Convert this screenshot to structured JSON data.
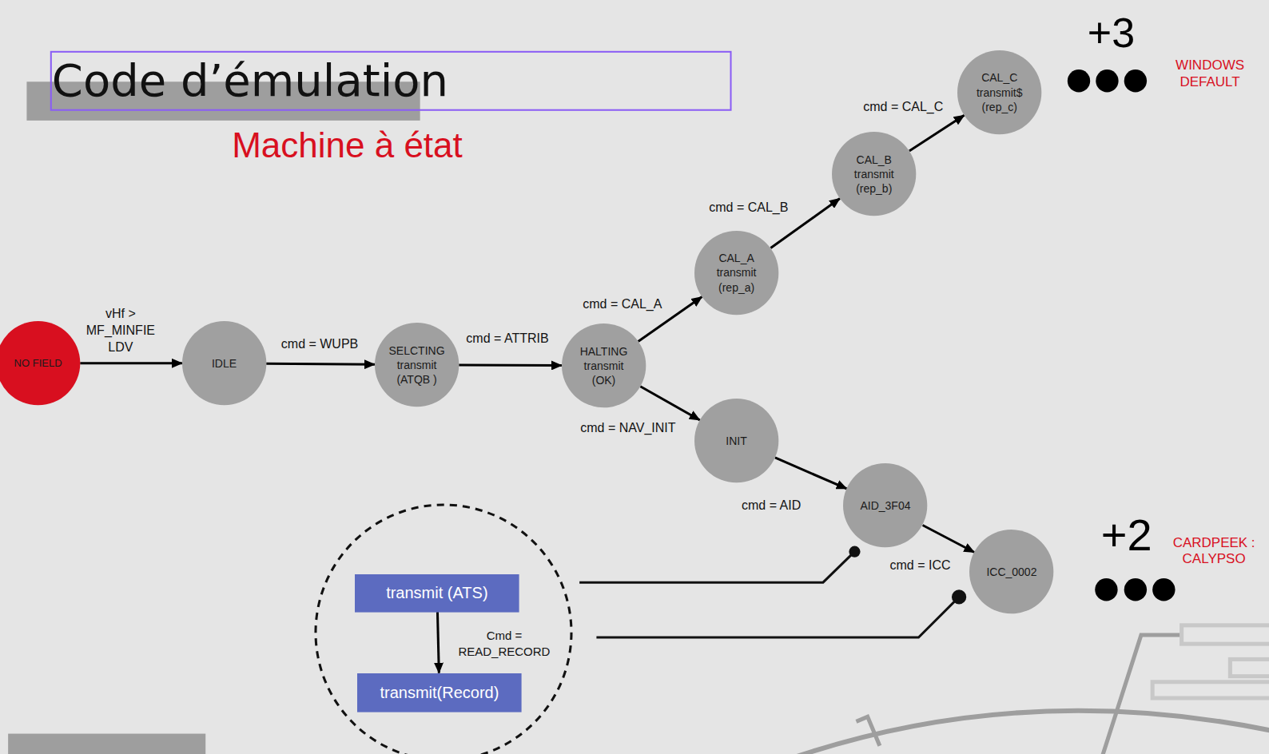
{
  "diagram": {
    "title": "Code d’émulation",
    "nodes": [
      {
        "text": [
          "NO FIELD"
        ]
      },
      {
        "text": [
          "IDLE"
        ]
      },
      {
        "text": [
          "SELCTING transmit (ATQB )"
        ]
      },
      {
        "text": [
          "HALTING transmit (OK)"
        ]
      },
      {
        "text": [
          "CAL_A transmit (rep_a)"
        ]
      },
      {
        "text": [
          "CAL_B transmit (rep_b)"
        ]
      },
      {
        "text": [
          "CAL_C transmit$ (rep_c)"
        ]
      },
      {
        "text": [
          "INIT"
        ]
      },
      {
        "text": [
          "AID_3F04"
        ]
      },
      {
        "text": [
          "ICC_0002"
        ]
      },
      {
        "text": [
          "transmit (ATS)"
        ]
      },
      {
        "text": [
          "transmit(Record)"
        ]
      }
    ],
    "edges": [
      {
        "from": 0,
        "to": 1,
        "arrow": "to",
        "label": "vHf > MF_MINFIE LDV"
      },
      {
        "from": 1,
        "to": 2,
        "arrow": "to",
        "label": "cmd = WUPB"
      },
      {
        "from": 2,
        "to": 3,
        "arrow": "to",
        "label": "cmd = ATTRIB"
      },
      {
        "from": 3,
        "to": 4,
        "arrow": "to",
        "label": "cmd = CAL_A"
      },
      {
        "from": 4,
        "to": 5,
        "arrow": "to",
        "label": "cmd = CAL_B"
      },
      {
        "from": 5,
        "to": 6,
        "arrow": "to",
        "label": "cmd = CAL_C"
      },
      {
        "from": 3,
        "to": 7,
        "arrow": "to",
        "label": "cmd = NAV_INIT"
      },
      {
        "from": 7,
        "to": 8,
        "arrow": "to",
        "label": "cmd = AID"
      },
      {
        "from": 8,
        "to": 9,
        "arrow": "to",
        "label": "cmd = ICC"
      },
      {
        "from": 10,
        "to": 11,
        "arrow": "to",
        "label": "Cmd = READ_RECORD"
      }
    ],
    "labels": [
      "Machine à état",
      "+3",
      "WINDOWS DEFAULT",
      "+2",
      "CARDPEEK : CALYPSO"
    ]
  }
}
